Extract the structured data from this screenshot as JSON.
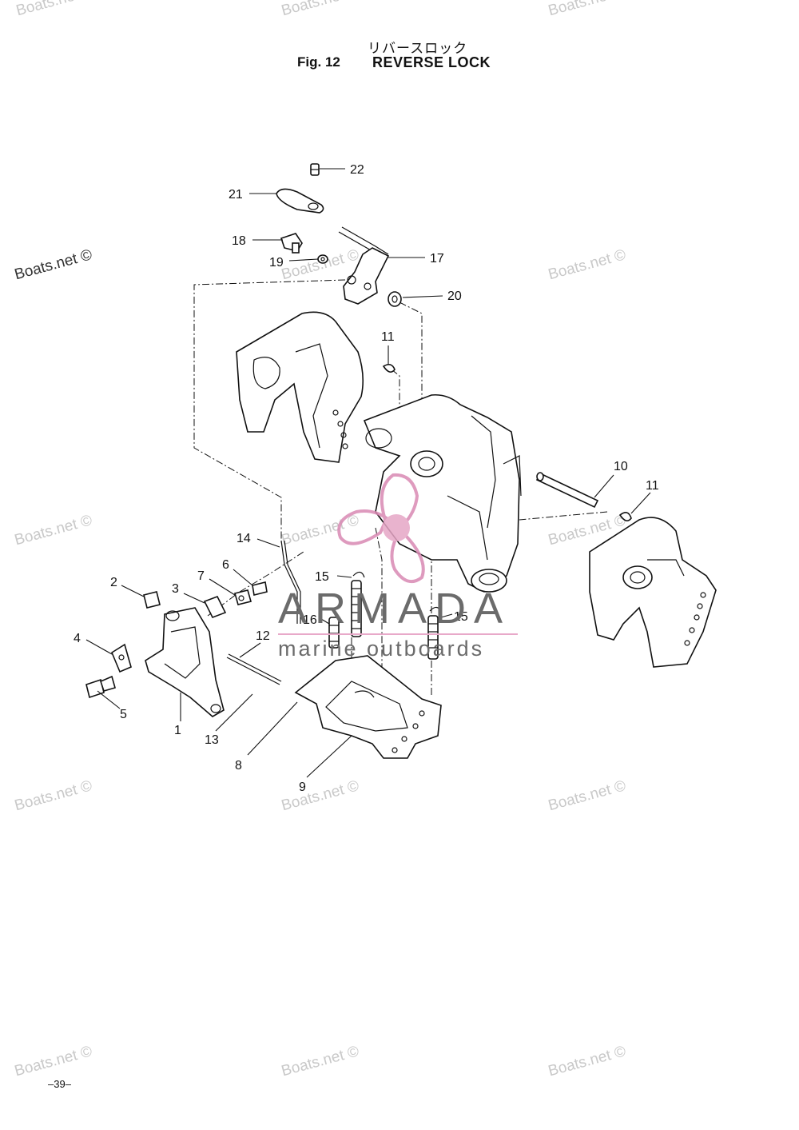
{
  "header": {
    "title_jp": "リバースロック",
    "fig_label": "Fig. 12",
    "title_en": "REVERSE LOCK"
  },
  "footer": {
    "page_number": "–39–"
  },
  "watermark": {
    "text": "Boats.net ©"
  },
  "brand": {
    "name": "ARMADA",
    "tagline": "marine outboards"
  },
  "callouts": [
    "22",
    "21",
    "18",
    "19",
    "17",
    "20",
    "11",
    "10",
    "11",
    "14",
    "6",
    "7",
    "2",
    "3",
    "4",
    "5",
    "15",
    "16",
    "15",
    "12",
    "1",
    "13",
    "8",
    "9"
  ]
}
